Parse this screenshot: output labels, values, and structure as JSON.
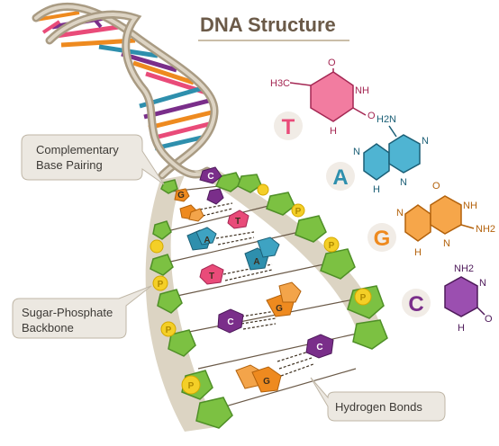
{
  "title": "DNA Structure",
  "callouts": {
    "base_pairing": [
      "Complementary",
      "Base Pairing"
    ],
    "backbone": [
      "Sugar-Phosphate",
      "Backbone"
    ],
    "hydrogen_bonds": "Hydrogen Bonds"
  },
  "phosphate_label": "P",
  "bases": [
    {
      "letter": "T",
      "color": "#e94b79",
      "badge_bg": "#f1ece6",
      "groups": [
        "H3C",
        "O",
        "NH",
        "O",
        "H"
      ]
    },
    {
      "letter": "A",
      "color": "#2e8fad",
      "badge_bg": "#f1ece6",
      "groups": [
        "H2N",
        "N",
        "N",
        "N",
        "H"
      ]
    },
    {
      "letter": "G",
      "color": "#ee8a1f",
      "badge_bg": "#f1ece6",
      "groups": [
        "O",
        "NH",
        "N",
        "NH2",
        "N",
        "H"
      ]
    },
    {
      "letter": "C",
      "color": "#7a2e8a",
      "badge_bg": "#f1ece6",
      "groups": [
        "NH2",
        "N",
        "O",
        "H"
      ]
    }
  ],
  "colors": {
    "backbone": "#bfb29b",
    "sugar": "#7cc142",
    "phosphate": "#f4cf27",
    "callout_bg": "#ece8e1",
    "title_underline": "#b9a98c"
  }
}
